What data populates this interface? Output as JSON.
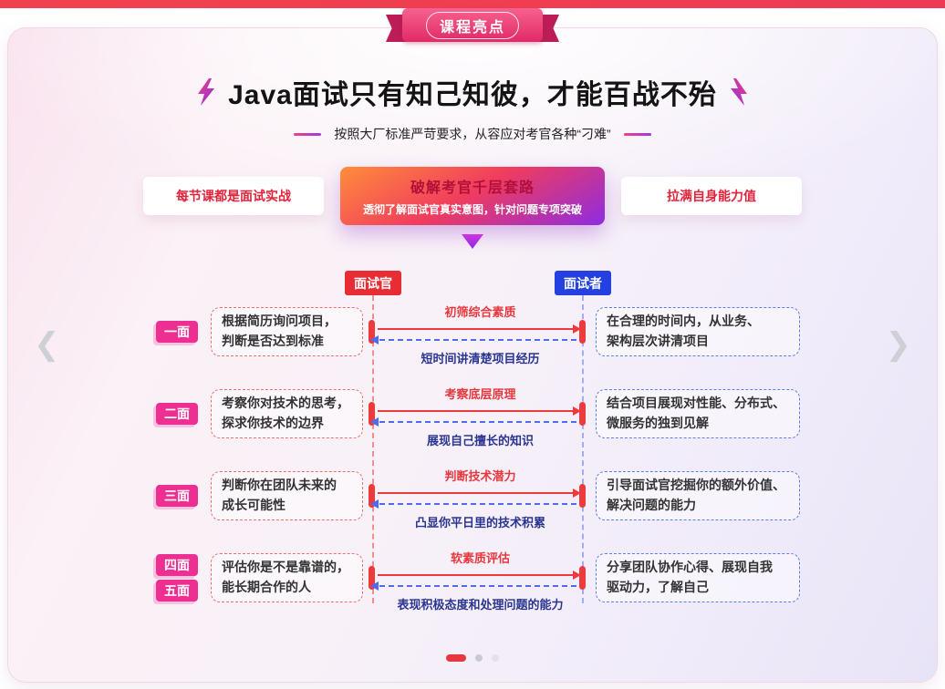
{
  "ribbon": {
    "label": "课程亮点"
  },
  "header": {
    "title": "Java面试只有知己知彼，才能百战不殆",
    "subtitle": "按照大厂标准严苛要求，从容应对考官各种“刁难”"
  },
  "tabs": {
    "left": {
      "label": "每节课都是面试实战"
    },
    "center": {
      "label": "破解考官千层套路",
      "sublabel": "透彻了解面试官真实意图，针对问题专项突破"
    },
    "right": {
      "label": "拉满自身能力值"
    }
  },
  "diagram": {
    "left_header": "面试官",
    "right_header": "面试者",
    "rows": [
      {
        "stage": [
          "一面"
        ],
        "left": "根据简历询问项目，\n判断是否达到标准",
        "to_label": "初筛综合素质",
        "back_label": "短时间讲清楚项目经历",
        "right": "在合理的时间内，从业务、\n架构层次讲清项目"
      },
      {
        "stage": [
          "二面"
        ],
        "left": "考察你对技术的思考，\n探求你技术的边界",
        "to_label": "考察底层原理",
        "back_label": "展现自己擅长的知识",
        "right": "结合项目展现对性能、分布式、\n微服务的独到见解"
      },
      {
        "stage": [
          "三面"
        ],
        "left": "判断你在团队未来的\n成长可能性",
        "to_label": "判断技术潜力",
        "back_label": "凸显你平日里的技术积累",
        "right": "引导面试官挖掘你的额外价值、\n解决问题的能力"
      },
      {
        "stage": [
          "四面",
          "五面"
        ],
        "left": "评估你是不是靠谱的，\n能长期合作的人",
        "to_label": "软素质评估",
        "back_label": "表现积极态度和处理问题的能力",
        "right": "分享团队协作心得、展现自我\n驱动力，了解自己"
      }
    ]
  },
  "carousel": {
    "prev": "❮",
    "next": "❯"
  },
  "colors": {
    "accent_red": "#ee3a3a",
    "accent_blue": "#4d6cf0",
    "stage_pink": "#ee2f92",
    "interviewer_red": "#e72c33",
    "interviewee_blue": "#2440e0",
    "active_tab_gradient_start": "#ff8d3a",
    "active_tab_gradient_end": "#8e2ce2"
  }
}
